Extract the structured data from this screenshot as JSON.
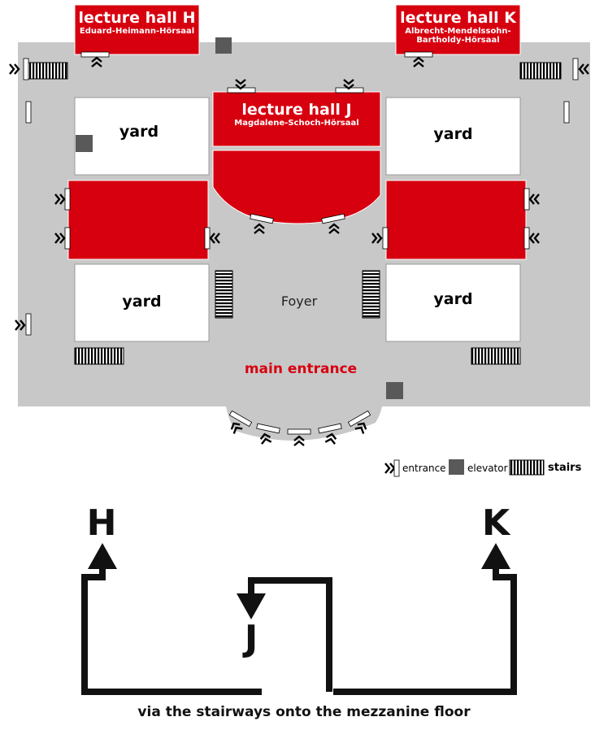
{
  "halls": {
    "H": {
      "title": "lecture hall H",
      "subtitle": "Eduard-Heimann-Hörsaal"
    },
    "K": {
      "title": "lecture hall K",
      "subtitle_line1": "Albrecht-Mendelssohn-",
      "subtitle_line2": "Bartholdy-Hörsaal"
    },
    "J": {
      "title": "lecture hall J",
      "subtitle": "Magdalene-Schoch-Hörsaal"
    }
  },
  "yards": {
    "label": "yard"
  },
  "foyer": "Foyer",
  "main_entrance": "main entrance",
  "legend": {
    "entrance": "entrance",
    "elevator": "elevator",
    "stairs": "stairs"
  },
  "diagram": {
    "letter_h": "H",
    "letter_k": "K",
    "letter_j": "J",
    "caption": "via the stairways onto the mezzanine floor"
  },
  "colors": {
    "hall": "#d7000f",
    "floor": "#c8c8c8",
    "elevator": "#595959",
    "text_red": "#d7000f"
  }
}
